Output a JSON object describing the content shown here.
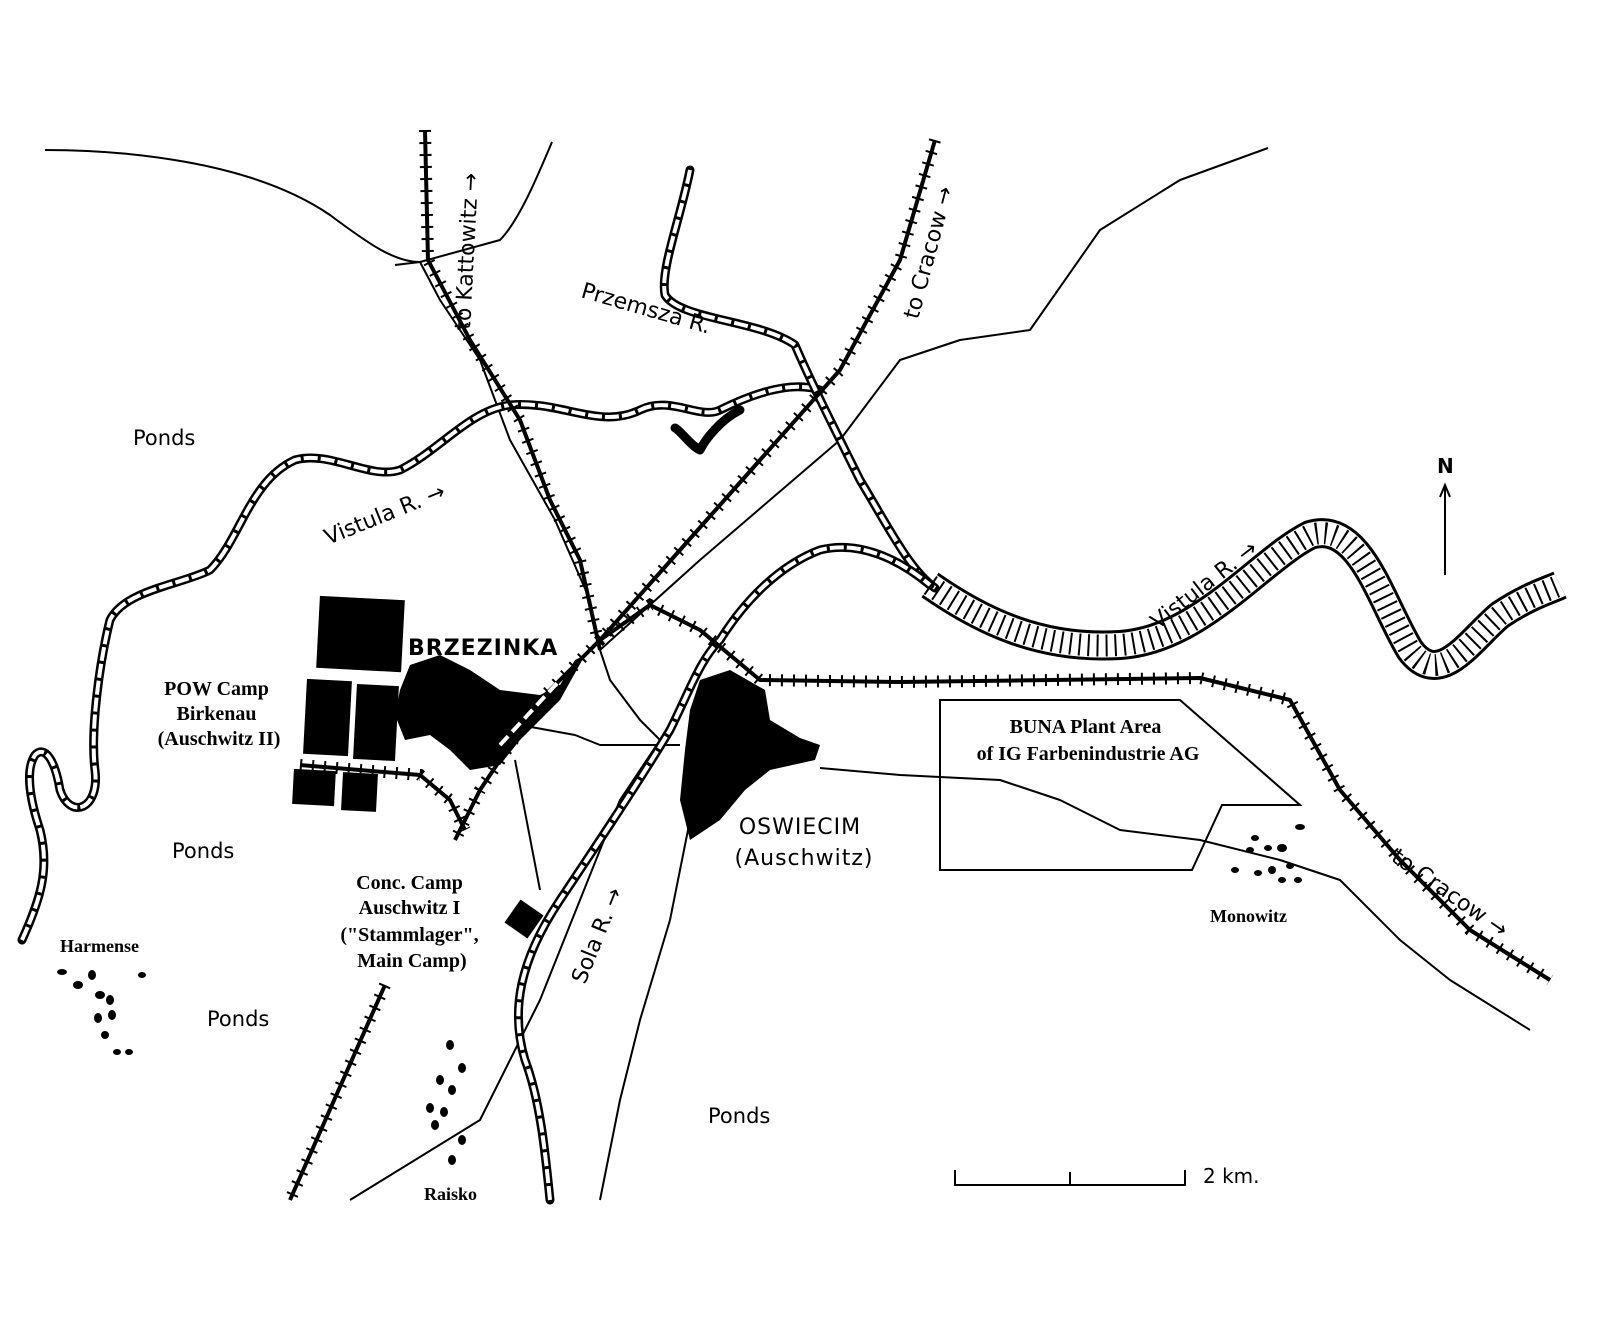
{
  "map": {
    "north_label": "N",
    "labels": {
      "ponds_1": "Ponds",
      "ponds_2": "Ponds",
      "ponds_3": "Ponds",
      "ponds_4": "Ponds",
      "to_kattowitz": "to Kattowitz →",
      "przemsza": "Przemsza R.",
      "to_cracow_top": "to Cracow →",
      "vistula_left": "Vistula R. →",
      "vistula_right": "Vistula R. →",
      "brzezinka": "BRZEZINKA",
      "birkenau_1": "POW Camp",
      "birkenau_2": "Birkenau",
      "birkenau_3": "(Auschwitz II)",
      "main_camp_1": "Conc. Camp",
      "main_camp_2": "Auschwitz I",
      "main_camp_3": "(\"Stammlager\",",
      "main_camp_4": "Main Camp)",
      "sola": "Sola R. →",
      "oswiecim_1": "OSWIECIM",
      "oswiecim_2": "(Auschwitz)",
      "buna_1": "BUNA Plant Area",
      "buna_2": "of IG Farbenindustrie AG",
      "monowitz": "Monowitz",
      "to_cracow_bottom": "to Cracow →",
      "harmense": "Harmense",
      "raisko": "Raisko"
    },
    "scale_label": "2 km."
  }
}
